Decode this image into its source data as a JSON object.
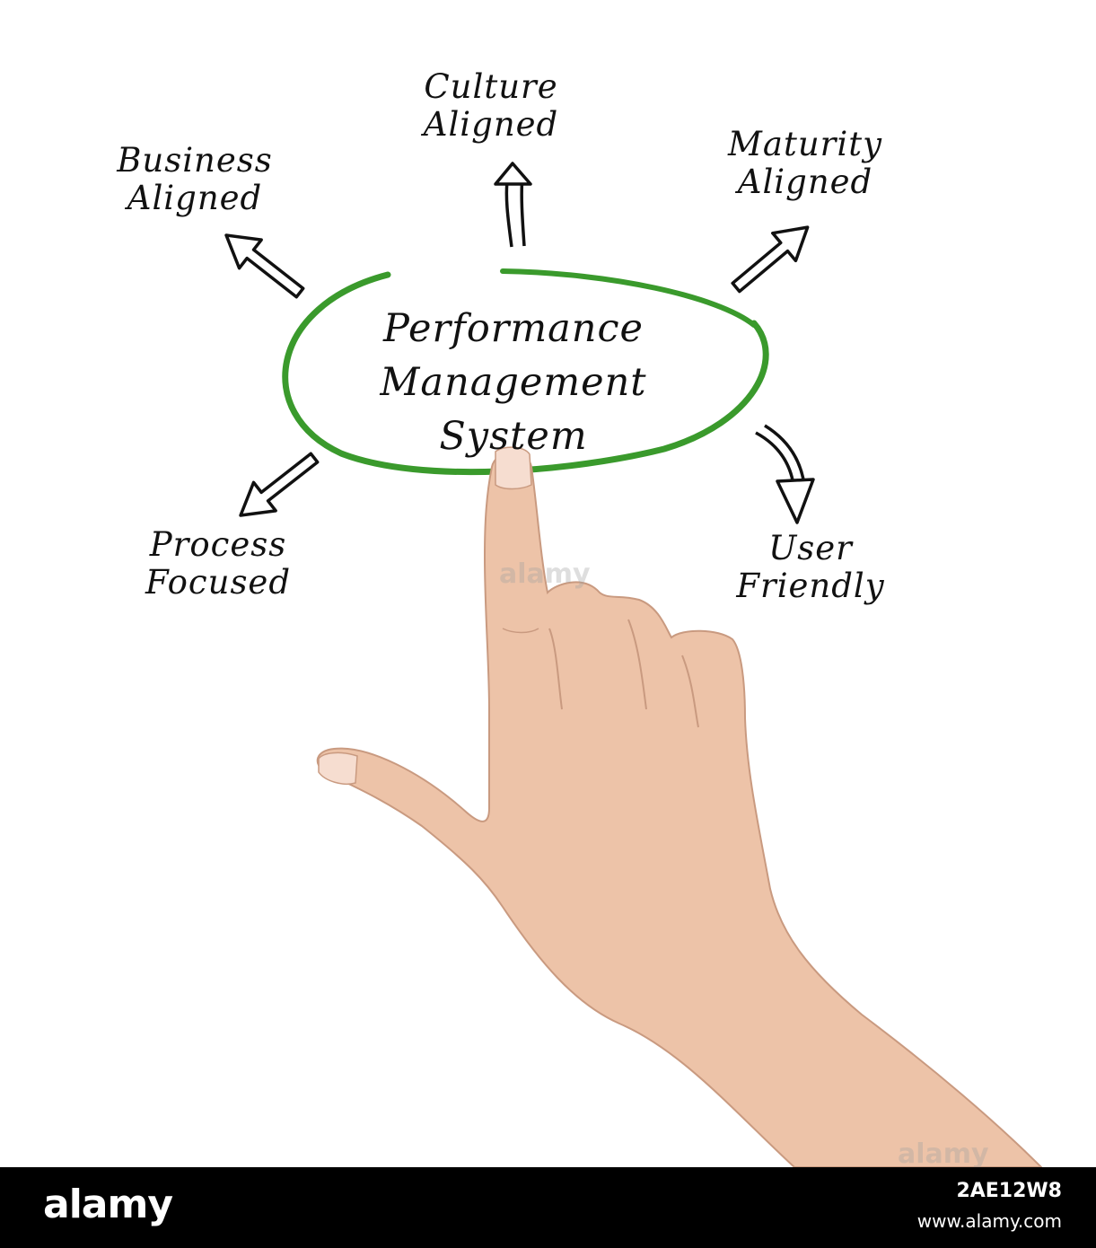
{
  "diagram": {
    "center": {
      "lines": [
        "Performance",
        "Management",
        "System"
      ]
    },
    "nodes": [
      {
        "id": "business-aligned",
        "lines": [
          "Business",
          "Aligned"
        ]
      },
      {
        "id": "culture-aligned",
        "lines": [
          "Culture",
          "Aligned"
        ]
      },
      {
        "id": "maturity-aligned",
        "lines": [
          "Maturity",
          "Aligned"
        ]
      },
      {
        "id": "process-focused",
        "lines": [
          "Process",
          "Focused"
        ]
      },
      {
        "id": "user-friendly",
        "lines": [
          "User",
          "Friendly"
        ]
      }
    ],
    "colors": {
      "ellipse": "#3a9a2c",
      "ink": "#111111",
      "skin": "#edc3a8"
    }
  },
  "watermark": "alamy",
  "footer": {
    "brand": "alamy",
    "image_id": "2AE12W8",
    "url": "www.alamy.com"
  }
}
